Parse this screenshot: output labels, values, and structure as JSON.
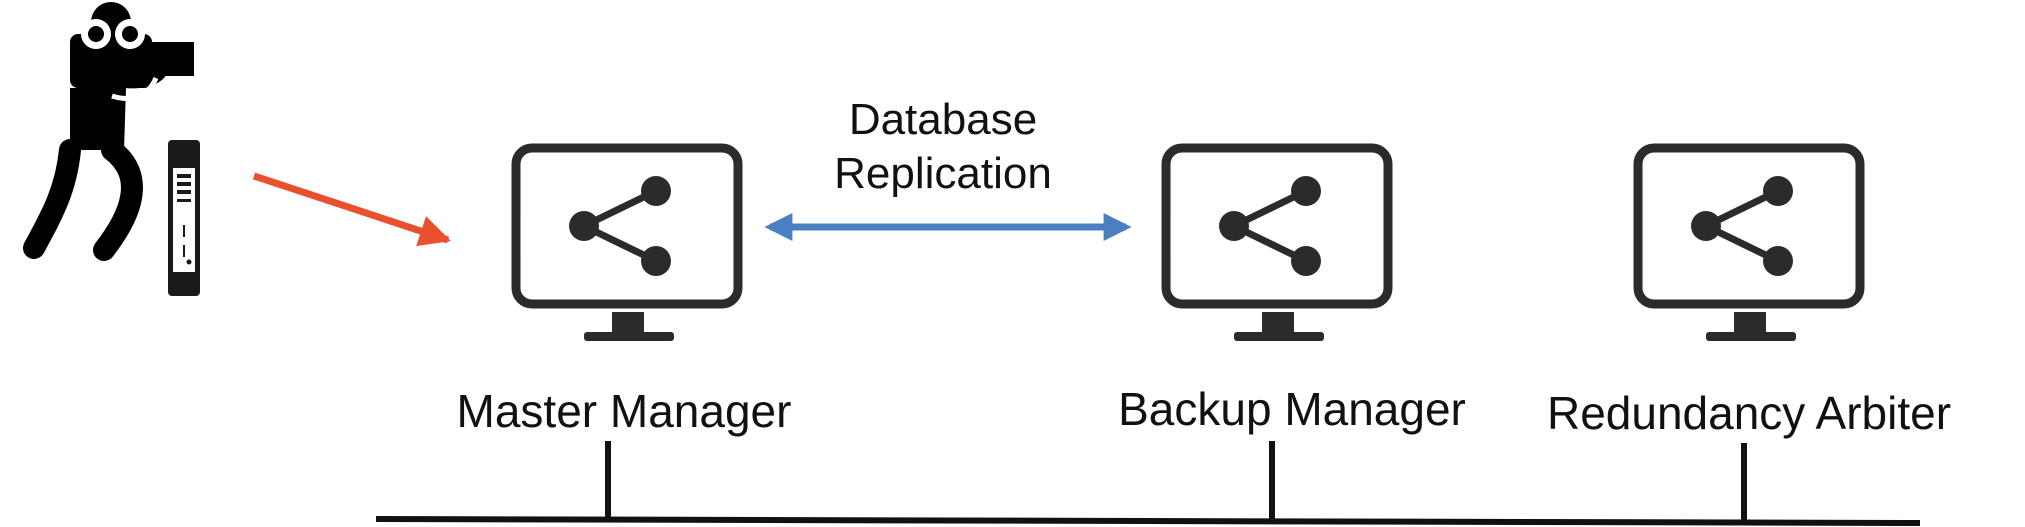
{
  "diagram": {
    "nodes": [
      {
        "id": "master",
        "label": "Master Manager",
        "icon": "monitor-share-icon"
      },
      {
        "id": "backup",
        "label": "Backup Manager",
        "icon": "monitor-share-icon"
      },
      {
        "id": "arbiter",
        "label": "Redundancy Arbiter",
        "icon": "monitor-share-icon"
      }
    ],
    "replication": {
      "label_line1": "Database",
      "label_line2": "Replication",
      "from": "master",
      "to": "backup",
      "direction": "bidirectional",
      "color": "#4A7FC1"
    },
    "attacker": {
      "icon": "person-with-camera-icon",
      "device_icon": "network-device-icon",
      "target": "master",
      "arrow_color": "#E8502F"
    },
    "network": {
      "line_color": "#111111"
    }
  }
}
